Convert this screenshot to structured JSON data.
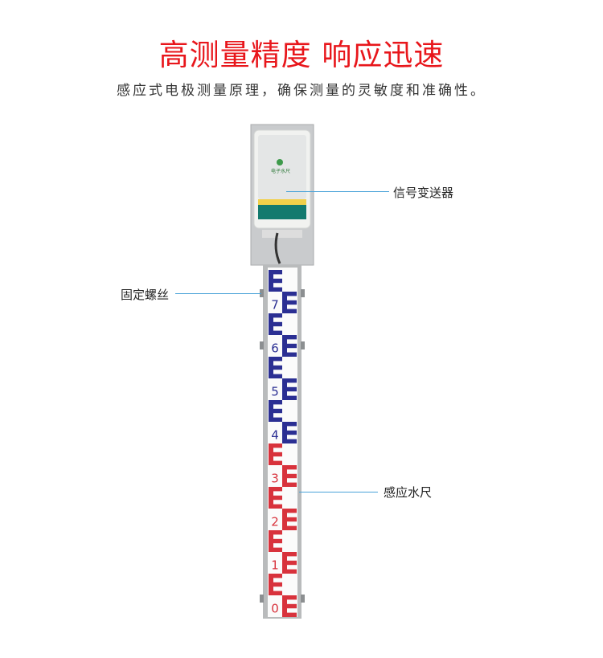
{
  "title": "高测量精度  响应迅速",
  "subtitle": "感应式电极测量原理，确保测量的灵敏度和准确性。",
  "device": {
    "brand_label": "电子水尺"
  },
  "callouts": {
    "transmitter": "信号变送器",
    "screws": "固定螺丝",
    "gauge": "感应水尺"
  },
  "gauge": {
    "marks": [
      "7",
      "6",
      "5",
      "4",
      "3",
      "2",
      "1",
      "0"
    ],
    "colors": {
      "upper": "#2b2f93",
      "lower": "#d8323c"
    },
    "red_from": 3
  }
}
